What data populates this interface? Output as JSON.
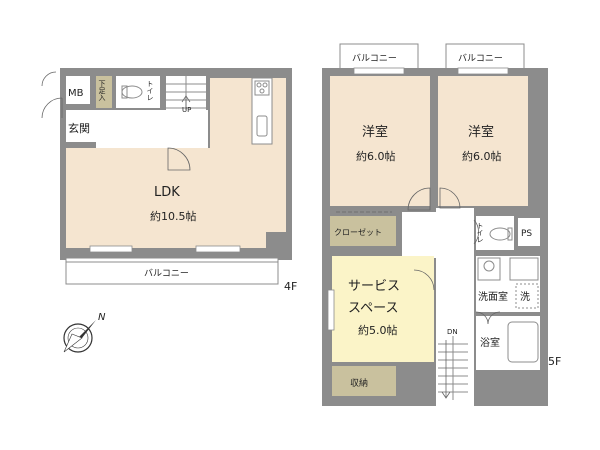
{
  "floor4": {
    "label": "4F",
    "mb": "MB",
    "shoe": "下足入",
    "toilet": "トイレ",
    "up": "UP",
    "entrance": "玄関",
    "ldk_name": "LDK",
    "ldk_size": "約10.5帖",
    "balcony": "バルコニー"
  },
  "floor5": {
    "label": "5F",
    "balcony_left": "バルコニー",
    "balcony_right": "バルコニー",
    "west_name": "洋室",
    "west_size": "約6.0帖",
    "east_name": "洋室",
    "east_size": "約6.0帖",
    "closet": "クローゼット",
    "toilet": "トイレ",
    "ps": "PS",
    "service_line1": "サービス",
    "service_line2": "スペース",
    "service_size": "約5.0帖",
    "washroom": "洗面室",
    "wash": "洗",
    "bath": "浴室",
    "dn": "DN",
    "storage": "収納"
  },
  "compass": {
    "north": "N"
  }
}
